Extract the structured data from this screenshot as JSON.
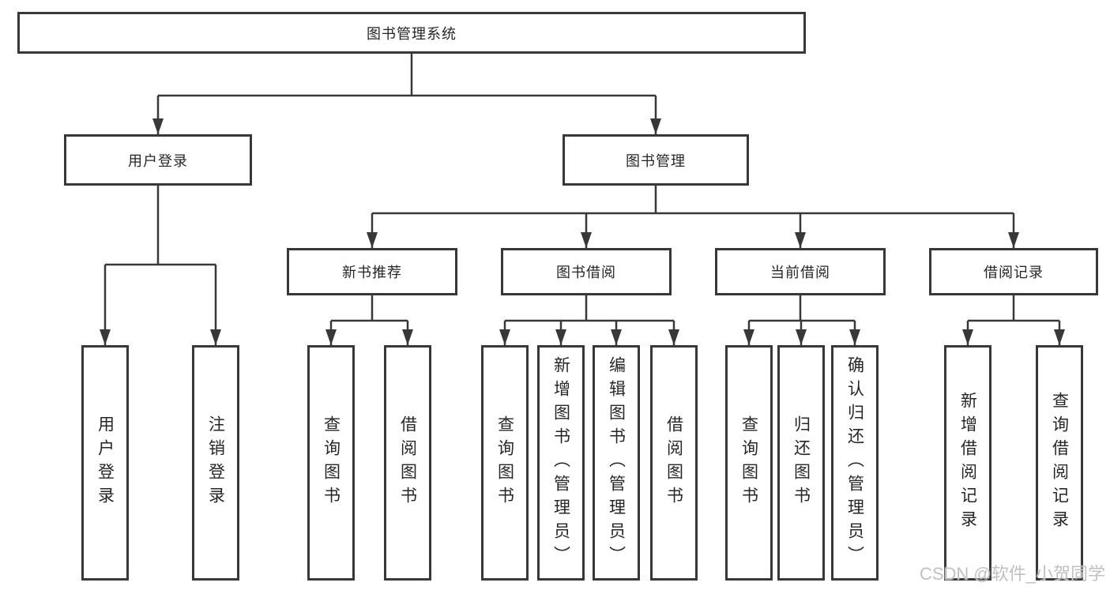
{
  "diagram": {
    "root": {
      "label": "图书管理系统"
    },
    "user_login": {
      "label": "用户登录",
      "children": [
        "用户登录",
        "注销登录"
      ]
    },
    "book_management": {
      "label": "图书管理",
      "sections": {
        "new_books": {
          "label": "新书推荐",
          "children": [
            "查询图书",
            "借阅图书"
          ]
        },
        "book_borrowing": {
          "label": "图书借阅",
          "children": [
            "查询图书",
            "新增图书（管理员）",
            "编辑图书（管理员）",
            "借阅图书"
          ]
        },
        "current_borrowing": {
          "label": "当前借阅",
          "children": [
            "查询图书",
            "归还图书",
            "确认归还（管理员）"
          ]
        },
        "borrowing_records": {
          "label": "借阅记录",
          "children": [
            "新增借阅记录",
            "查询借阅记录"
          ]
        }
      }
    },
    "watermark": "CSDN @软件_小贺同学"
  },
  "colors": {
    "line": "#383838",
    "text": "#262626",
    "watermark": "#c0c0c0",
    "background": "#ffffff"
  }
}
